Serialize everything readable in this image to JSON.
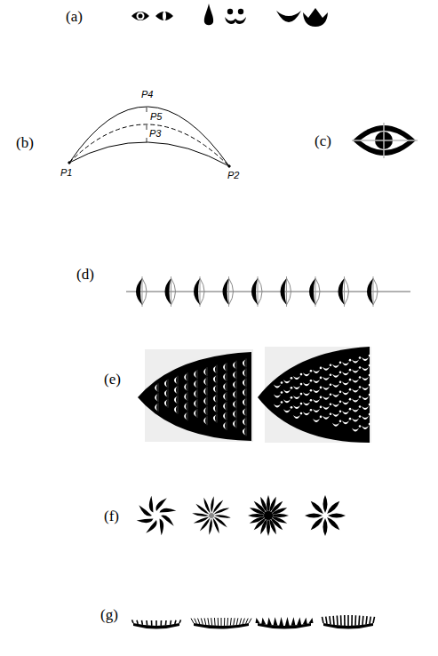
{
  "diagram": {
    "labels": [
      "(a)",
      "(b)",
      "P4",
      "P5",
      "P3",
      "P1",
      "P2",
      "(c)",
      "(d)",
      "(e)",
      "(f)",
      "(g)"
    ]
  }
}
